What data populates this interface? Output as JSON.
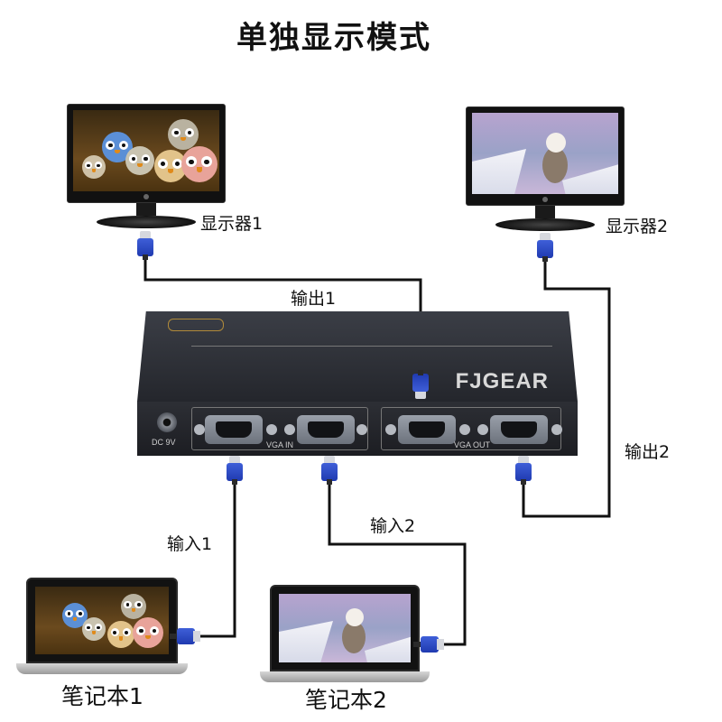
{
  "title": "单独显示模式",
  "labels": {
    "monitor1": "显示器1",
    "monitor2": "显示器2",
    "output1": "输出1",
    "output2": "输出2",
    "input1": "输入1",
    "input2": "输入2",
    "laptop1": "笔记本1",
    "laptop2": "笔记本2"
  },
  "device": {
    "brand": "FJGEAR",
    "dc_label": "DC 9V",
    "vga_in_label": "VGA IN",
    "vga_out_label": "VGA OUT"
  },
  "colors": {
    "wire": "#111111",
    "plug_blue": "#2a45c4",
    "device_body": "#2b2d33"
  }
}
